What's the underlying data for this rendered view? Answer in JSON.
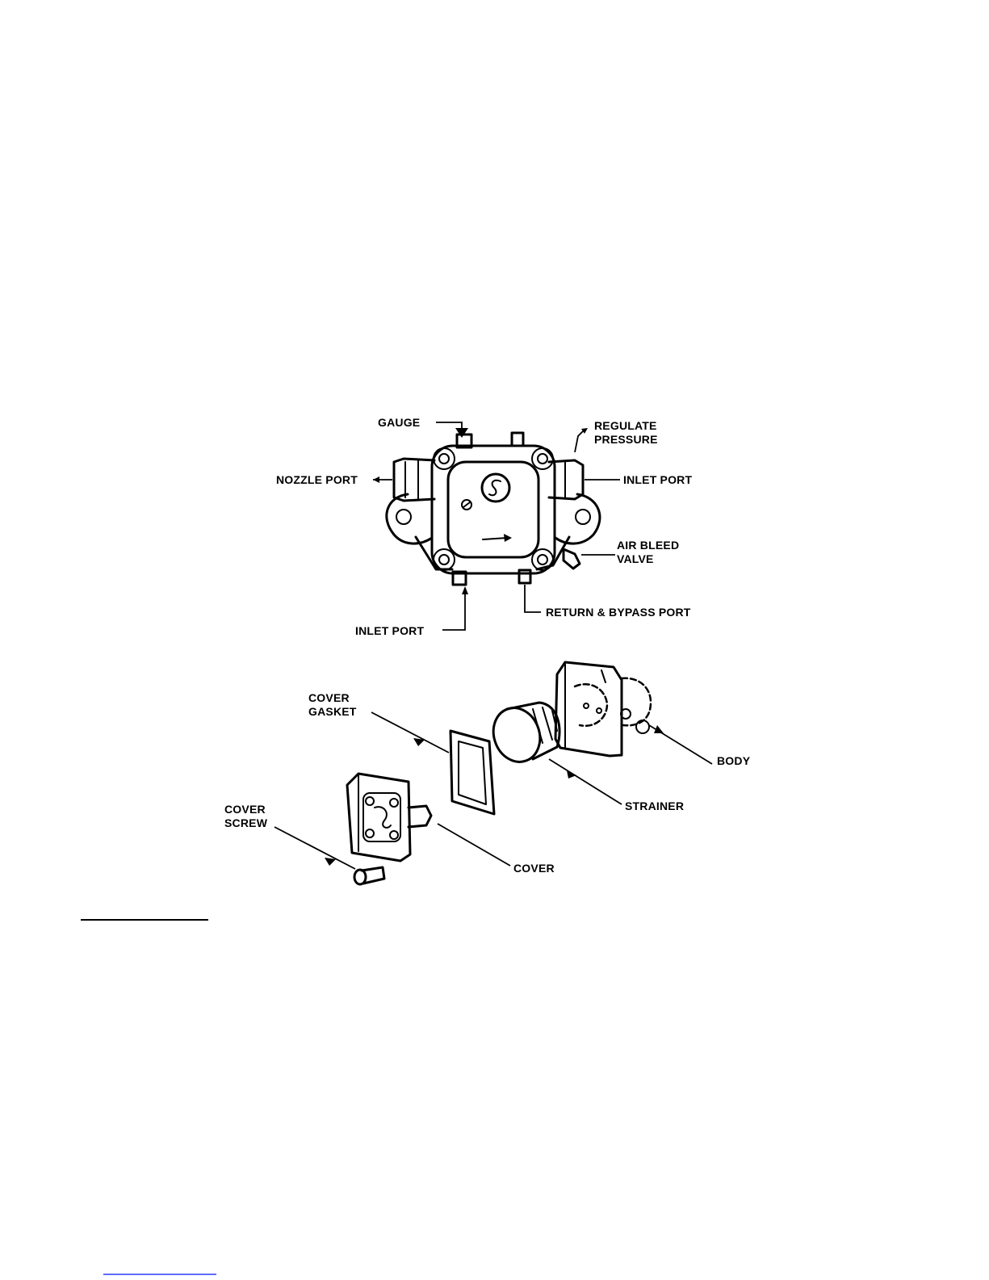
{
  "labels": {
    "gauge": "GAUGE",
    "regulate_pressure_1": "REGULATE",
    "regulate_pressure_2": "PRESSURE",
    "nozzle_port": "NOZZLE PORT",
    "inlet_port_right": "INLET PORT",
    "air_bleed_valve_1": "AIR BLEED",
    "air_bleed_valve_2": "VALVE",
    "inlet_port_bottom": "INLET PORT",
    "return_bypass_port": "RETURN & BYPASS PORT",
    "cover_gasket_1": "COVER",
    "cover_gasket_2": "GASKET",
    "body": "BODY",
    "strainer": "STRAINER",
    "cover_screw_1": "COVER",
    "cover_screw_2": "SCREW",
    "cover": "COVER"
  },
  "colors": {
    "ink": "#000000",
    "footer_rule": "#2a3cff"
  }
}
